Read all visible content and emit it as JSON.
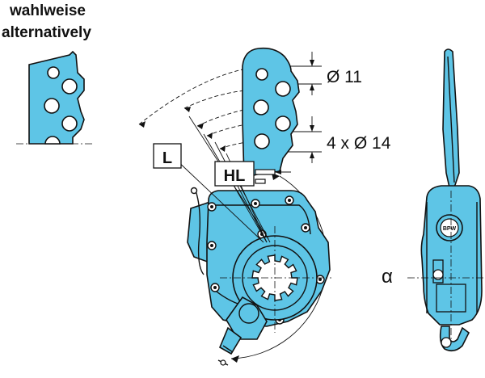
{
  "header": {
    "line1": "wahlweise",
    "line2": "alternatively"
  },
  "labels": {
    "dia_small": "Ø 11",
    "dia_large": "4 x Ø 14",
    "lever_length": "L",
    "hole_lever": "HL",
    "angle": "α",
    "logo": "BPW"
  },
  "colors": {
    "part_fill": "#5ec5e6",
    "outline": "#111111",
    "background": "#ffffff"
  }
}
